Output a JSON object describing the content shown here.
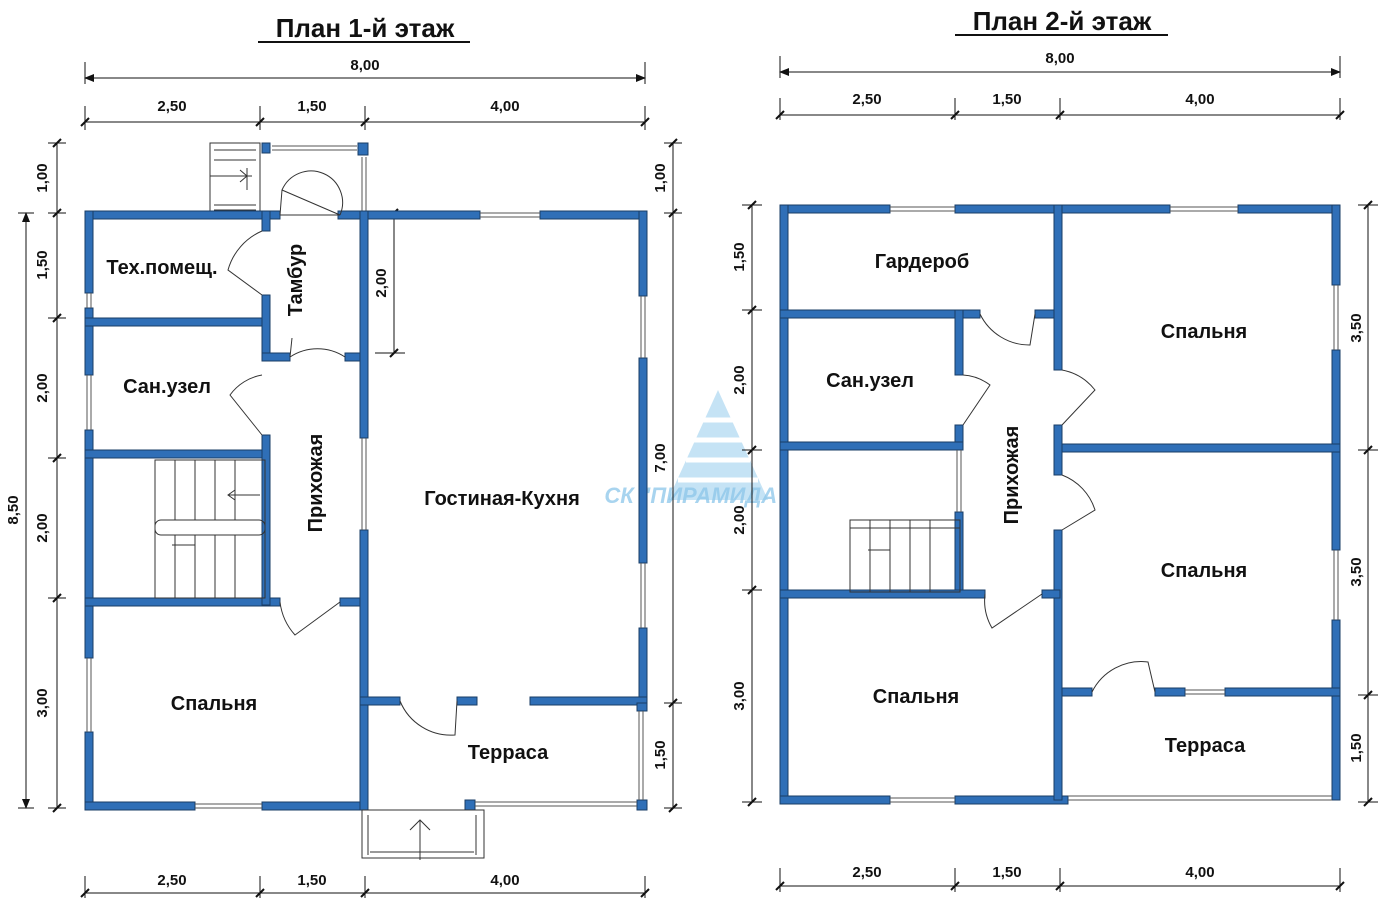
{
  "plans": [
    {
      "title": "План 1-й этаж",
      "rooms": [
        "Тех.помещ.",
        "Тамбур",
        "Сан.узел",
        "Прихожая",
        "Гостиная-Кухня",
        "Спальня",
        "Терраса"
      ],
      "dims": {
        "total_width": "8,00",
        "top_segments": [
          "2,50",
          "1,50",
          "4,00"
        ],
        "bottom_segments": [
          "2,50",
          "1,50",
          "4,00"
        ],
        "total_height": "8,50",
        "left_segments": [
          "1,00",
          "1,50",
          "2,00",
          "2,00",
          "3,00"
        ],
        "right_segments": [
          "1,00",
          "7,00",
          "1,50"
        ],
        "inner_height": "2,00"
      }
    },
    {
      "title": "План 2-й этаж",
      "rooms": [
        "Гардероб",
        "Спальня",
        "Сан.узел",
        "Прихожая",
        "Спальня",
        "Спальня",
        "Терраса"
      ],
      "dims": {
        "total_width": "8,00",
        "top_segments": [
          "2,50",
          "1,50",
          "4,00"
        ],
        "bottom_segments": [
          "2,50",
          "1,50",
          "4,00"
        ],
        "left_segments": [
          "1,50",
          "2,00",
          "2,00",
          "3,00"
        ],
        "right_segments": [
          "3,50",
          "3,50",
          "1,50"
        ]
      }
    }
  ],
  "watermark": "СК \"ПИРАМИДА\"",
  "colors": {
    "wall": "#2f6fb7",
    "wall_edge": "#1a3d66",
    "watermark": "#8cc6ea"
  }
}
